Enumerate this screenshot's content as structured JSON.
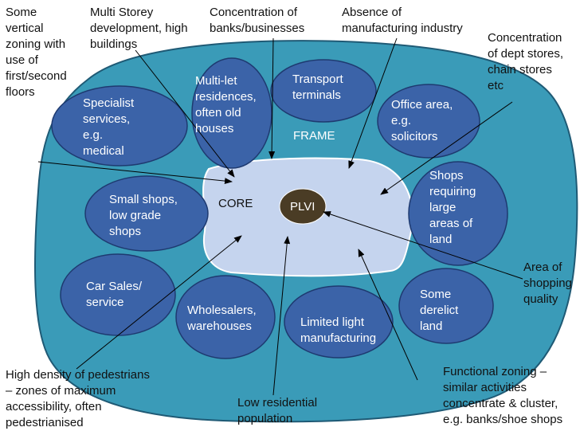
{
  "colors": {
    "frame_fill": "#3a9bb8",
    "frame_stroke": "#1f5a75",
    "zone_fill": "#3b63a8",
    "zone_stroke": "#1e3a70",
    "core_fill": "#c5d4ee",
    "plvi_fill": "#4a3c25",
    "arrow": "#000000"
  },
  "zones": {
    "multi_let": "Multi-let\nresidences,\noften old\nhouses",
    "transport": "Transport\nterminals",
    "office": "Office area,\ne.g.\nsolicitors",
    "specialist": "Specialist\nservices,\ne.g.\nmedical",
    "small_shops": "Small shops,\nlow grade\nshops",
    "shops_land": "Shops\nrequiring\nlarge\nareas of\nland",
    "car_sales": "Car Sales/\nservice",
    "wholesalers": "Wholesalers,\nwarehouses",
    "light_mfg": "Limited light\nmanufacturing",
    "derelict": "Some\nderelict\nland"
  },
  "core": {
    "label": "CORE",
    "plvi": "PLVI"
  },
  "frame_label": "FRAME",
  "annotations": {
    "vertical_zoning": "Some\nvertical\nzoning with\nuse of\nfirst/second\nfloors",
    "multi_storey": "Multi Storey\ndevelopment, high\nbuildings",
    "banks": "Concentration of\nbanks/businesses",
    "no_industry": "Absence of\nmanufacturing industry",
    "dept_stores": "Concentration\nof dept stores,\nchain stores\netc",
    "shopping_quality": "Area of\nshopping\nquality",
    "pedestrians": "High density of pedestrians\n– zones of maximum\naccessibility, often\npedestrianised",
    "low_residential": "Low residential\npopulation",
    "functional_zoning": "Functional zoning –\nsimilar activities\nconcentrate & cluster,\ne.g. banks/shoe shops"
  }
}
